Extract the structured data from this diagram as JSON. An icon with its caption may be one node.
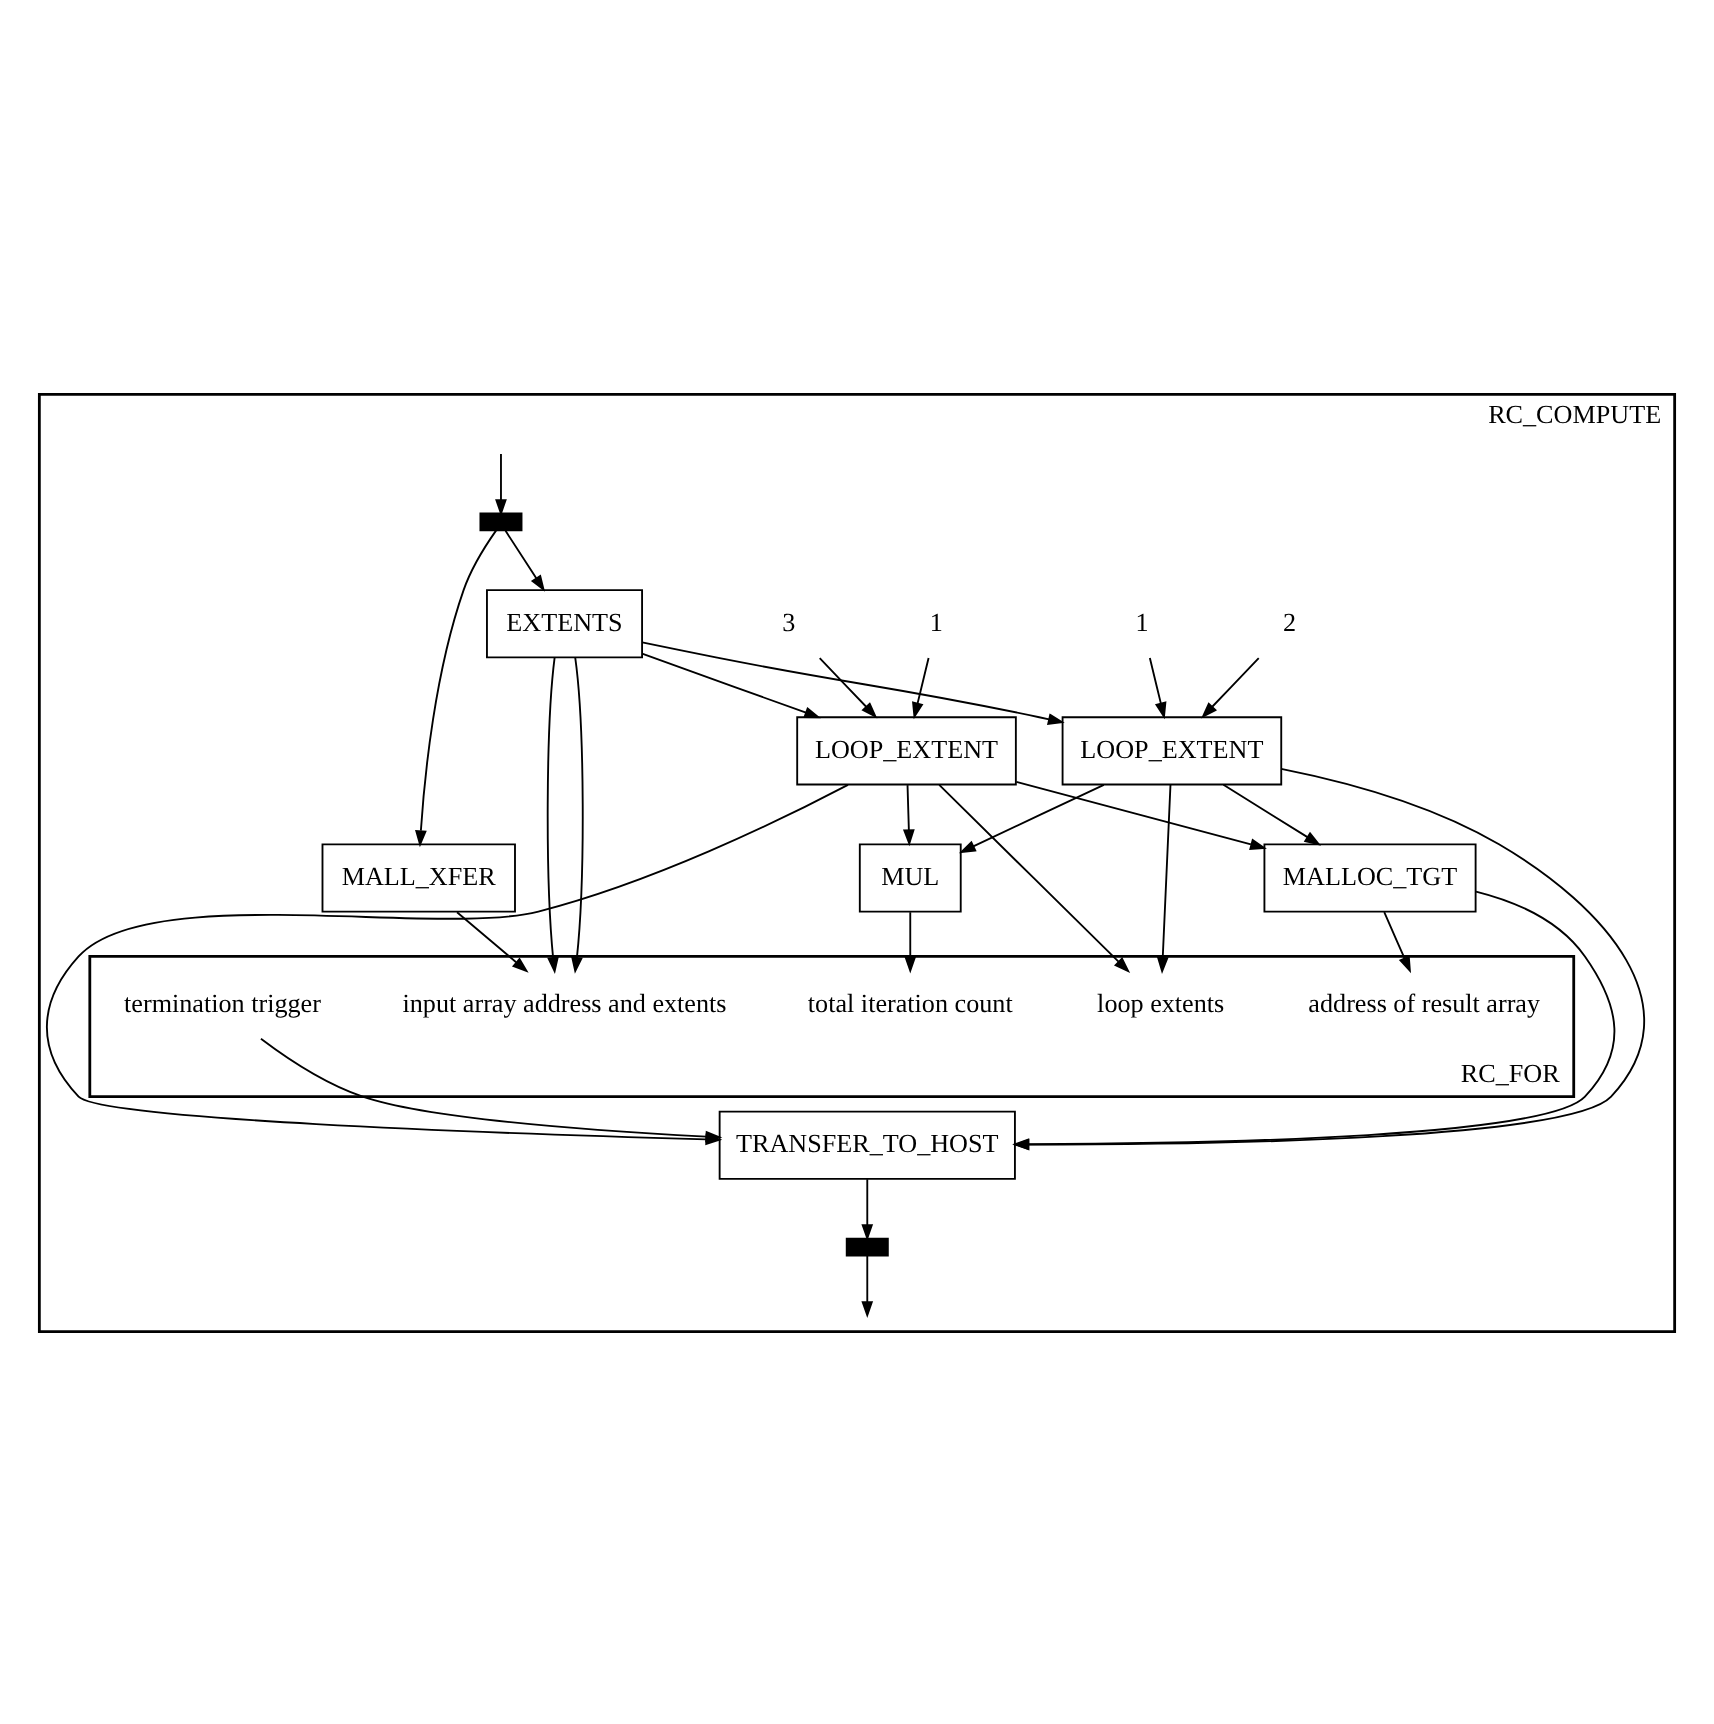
{
  "diagram": {
    "nodes": [
      {
        "text": [
          "RC_COMPUTE"
        ]
      },
      {
        "text": [],
        "shape": "box",
        "in": 0
      },
      {
        "text": [
          "MALL_XFER"
        ],
        "in": 0
      },
      {
        "text": [
          "EXTENTS"
        ],
        "in": 0
      },
      {
        "text": [
          "2"
        ],
        "in": 0
      },
      {
        "text": [
          "1"
        ],
        "in": 0
      },
      {
        "text": [
          "3"
        ],
        "in": 0
      },
      {
        "text": [
          "1"
        ],
        "in": 0
      },
      {
        "text": [
          "LOOP_EXTENT"
        ],
        "in": 0
      },
      {
        "text": [
          "LOOP_EXTENT"
        ],
        "in": 0
      },
      {
        "text": [
          "MALLOC_TGT"
        ],
        "in": 0
      },
      {
        "text": [
          "MUL"
        ],
        "in": 0
      },
      {
        "text": [
          "RC_FOR"
        ],
        "in": 0
      },
      {
        "text": [
          "input array address and extents"
        ],
        "in": 12
      },
      {
        "text": [
          "address of result array"
        ],
        "in": 12
      },
      {
        "text": [
          "loop extents"
        ],
        "in": 12
      },
      {
        "text": [
          "total iteration count"
        ],
        "in": 12
      },
      {
        "text": [
          "termination trigger"
        ],
        "in": 12
      },
      {
        "text": [
          "TRANSFER_TO_HOST"
        ],
        "in": 0
      },
      {
        "text": [],
        "shape": "box",
        "in": 0
      }
    ],
    "edges": [
      {
        "from": null,
        "to": 1,
        "arrow": "to"
      },
      {
        "from": 1,
        "to": 2,
        "arrow": "to"
      },
      {
        "from": 1,
        "to": 3,
        "arrow": "to"
      },
      {
        "from": 2,
        "to": 13,
        "arrow": "to"
      },
      {
        "from": 3,
        "to": 13,
        "arrow": "to"
      },
      {
        "from": 3,
        "to": 13,
        "arrow": "to"
      },
      {
        "from": 3,
        "to": 8,
        "arrow": "to"
      },
      {
        "from": 4,
        "to": 8,
        "arrow": "to"
      },
      {
        "from": 5,
        "to": 8,
        "arrow": "to"
      },
      {
        "from": 3,
        "to": 9,
        "arrow": "to"
      },
      {
        "from": 6,
        "to": 9,
        "arrow": "to"
      },
      {
        "from": 7,
        "to": 9,
        "arrow": "to"
      },
      {
        "from": 8,
        "to": 10,
        "arrow": "to"
      },
      {
        "from": 9,
        "to": 10,
        "arrow": "to"
      },
      {
        "from": 8,
        "to": 15,
        "arrow": "to"
      },
      {
        "from": 9,
        "to": 15,
        "arrow": "to"
      },
      {
        "from": 8,
        "to": 11,
        "arrow": "to"
      },
      {
        "from": 9,
        "to": 11,
        "arrow": "to"
      },
      {
        "from": 10,
        "to": 14,
        "arrow": "to"
      },
      {
        "from": 11,
        "to": 16,
        "arrow": "to"
      },
      {
        "from": 17,
        "to": 18,
        "arrow": "to"
      },
      {
        "from": 10,
        "to": 18,
        "arrow": "to"
      },
      {
        "from": 8,
        "to": 18,
        "arrow": "to"
      },
      {
        "from": 9,
        "to": 18,
        "arrow": "to"
      },
      {
        "from": 18,
        "to": 19,
        "arrow": "to"
      },
      {
        "from": 19,
        "to": null,
        "arrow": "to"
      }
    ]
  }
}
